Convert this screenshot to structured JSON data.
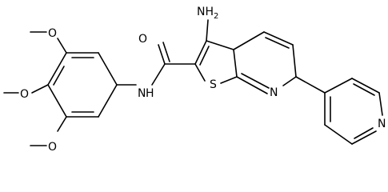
{
  "molecule": {
    "atoms": {
      "amine_n": "NH",
      "amine_h2_sub": "2",
      "carbonyl_o": "O",
      "amide_n": "N",
      "amide_h": "H",
      "thiophene_s": "S",
      "pyridine_n": "N",
      "pyridyl_n": "N",
      "methoxy_top_o": "O",
      "methoxy_mid_o": "O",
      "methoxy_bot_o": "O"
    }
  }
}
